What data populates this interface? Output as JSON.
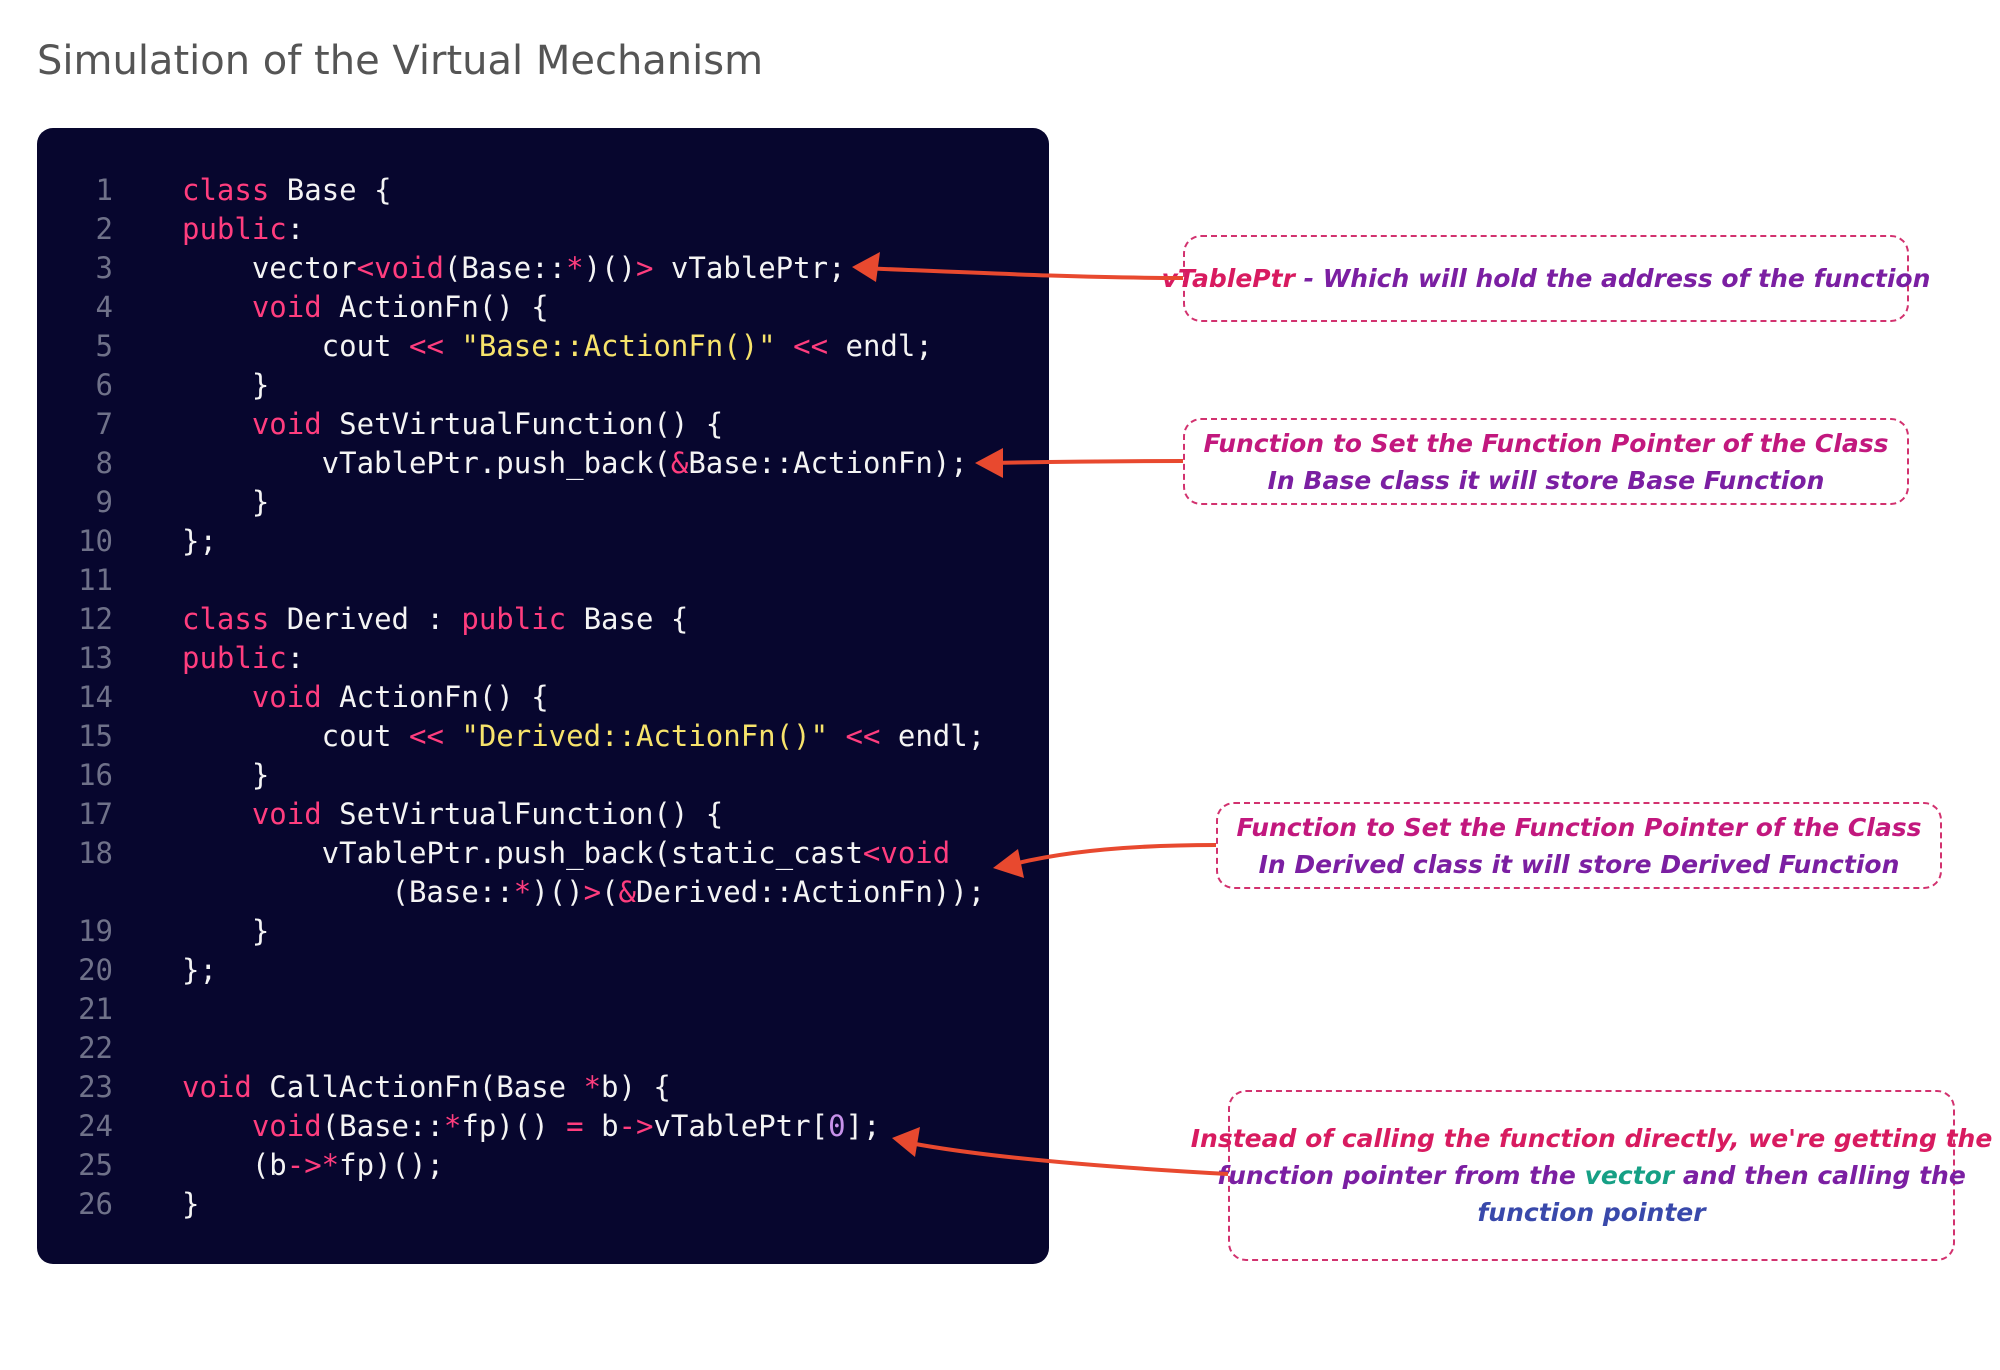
{
  "title": "Simulation of the Virtual Mechanism",
  "colors": {
    "panel_bg": "#07062e",
    "keyword": "#ff3d7e",
    "string": "#f7e36b",
    "number": "#c792ea",
    "plain": "#f4f4f4",
    "line_number": "#6f7189",
    "arrow": "#e8492f",
    "callout_border": "#d2326f"
  },
  "code_lines": [
    {
      "n": "1",
      "tokens": [
        [
          "kw",
          "class"
        ],
        [
          "p",
          " Base {"
        ]
      ]
    },
    {
      "n": "2",
      "tokens": [
        [
          "kw",
          "public"
        ],
        [
          "p",
          ":"
        ]
      ]
    },
    {
      "n": "3",
      "tokens": [
        [
          "p",
          "    vector"
        ],
        [
          "op",
          "<"
        ],
        [
          "kw",
          "void"
        ],
        [
          "p",
          "(Base::"
        ],
        [
          "op",
          "*"
        ],
        [
          "p",
          ")()"
        ],
        [
          "op",
          ">"
        ],
        [
          "p",
          " vTablePtr;"
        ]
      ]
    },
    {
      "n": "4",
      "tokens": [
        [
          "p",
          "    "
        ],
        [
          "kw",
          "void"
        ],
        [
          "p",
          " ActionFn() {"
        ]
      ]
    },
    {
      "n": "5",
      "tokens": [
        [
          "p",
          "        cout "
        ],
        [
          "op",
          "<<"
        ],
        [
          "p",
          " "
        ],
        [
          "str",
          "\"Base::ActionFn()\""
        ],
        [
          "p",
          " "
        ],
        [
          "op",
          "<<"
        ],
        [
          "p",
          " endl;"
        ]
      ]
    },
    {
      "n": "6",
      "tokens": [
        [
          "p",
          "    }"
        ]
      ]
    },
    {
      "n": "7",
      "tokens": [
        [
          "p",
          "    "
        ],
        [
          "kw",
          "void"
        ],
        [
          "p",
          " SetVirtualFunction() {"
        ]
      ]
    },
    {
      "n": "8",
      "tokens": [
        [
          "p",
          "        vTablePtr.push_back("
        ],
        [
          "op",
          "&"
        ],
        [
          "p",
          "Base::ActionFn);"
        ]
      ]
    },
    {
      "n": "9",
      "tokens": [
        [
          "p",
          "    }"
        ]
      ]
    },
    {
      "n": "10",
      "tokens": [
        [
          "p",
          "};"
        ]
      ]
    },
    {
      "n": "11",
      "tokens": []
    },
    {
      "n": "12",
      "tokens": [
        [
          "kw",
          "class"
        ],
        [
          "p",
          " Derived : "
        ],
        [
          "kw",
          "public"
        ],
        [
          "p",
          " Base {"
        ]
      ]
    },
    {
      "n": "13",
      "tokens": [
        [
          "kw",
          "public"
        ],
        [
          "p",
          ":"
        ]
      ]
    },
    {
      "n": "14",
      "tokens": [
        [
          "p",
          "    "
        ],
        [
          "kw",
          "void"
        ],
        [
          "p",
          " ActionFn() {"
        ]
      ]
    },
    {
      "n": "15",
      "tokens": [
        [
          "p",
          "        cout "
        ],
        [
          "op",
          "<<"
        ],
        [
          "p",
          " "
        ],
        [
          "str",
          "\"Derived::ActionFn()\""
        ],
        [
          "p",
          " "
        ],
        [
          "op",
          "<<"
        ],
        [
          "p",
          " endl;"
        ]
      ]
    },
    {
      "n": "16",
      "tokens": [
        [
          "p",
          "    }"
        ]
      ]
    },
    {
      "n": "17",
      "tokens": [
        [
          "p",
          "    "
        ],
        [
          "kw",
          "void"
        ],
        [
          "p",
          " SetVirtualFunction() {"
        ]
      ]
    },
    {
      "n": "18",
      "tokens": [
        [
          "p",
          "        vTablePtr.push_back(static_cast"
        ],
        [
          "op",
          "<"
        ],
        [
          "kw",
          "void"
        ]
      ]
    },
    {
      "n": "",
      "tokens": [
        [
          "p",
          "            (Base::"
        ],
        [
          "op",
          "*"
        ],
        [
          "p",
          ")()"
        ],
        [
          "op",
          ">"
        ],
        [
          "p",
          "("
        ],
        [
          "op",
          "&"
        ],
        [
          "p",
          "Derived::ActionFn));"
        ]
      ]
    },
    {
      "n": "19",
      "tokens": [
        [
          "p",
          "    }"
        ]
      ]
    },
    {
      "n": "20",
      "tokens": [
        [
          "p",
          "};"
        ]
      ]
    },
    {
      "n": "21",
      "tokens": []
    },
    {
      "n": "22",
      "tokens": []
    },
    {
      "n": "23",
      "tokens": [
        [
          "kw",
          "void"
        ],
        [
          "p",
          " CallActionFn(Base "
        ],
        [
          "op",
          "*"
        ],
        [
          "p",
          "b) {"
        ]
      ]
    },
    {
      "n": "24",
      "tokens": [
        [
          "p",
          "    "
        ],
        [
          "kw",
          "void"
        ],
        [
          "p",
          "(Base::"
        ],
        [
          "op",
          "*"
        ],
        [
          "p",
          "fp)() "
        ],
        [
          "op",
          "="
        ],
        [
          "p",
          " b"
        ],
        [
          "op",
          "->"
        ],
        [
          "p",
          "vTablePtr["
        ],
        [
          "num",
          "0"
        ],
        [
          "p",
          "];"
        ]
      ]
    },
    {
      "n": "25",
      "tokens": [
        [
          "p",
          "    (b"
        ],
        [
          "op",
          "->*"
        ],
        [
          "p",
          "fp)();"
        ]
      ]
    },
    {
      "n": "26",
      "tokens": [
        [
          "p",
          "}"
        ]
      ]
    }
  ],
  "callouts": [
    {
      "name": "callout-vtableptr",
      "rows": [
        [
          [
            "pink",
            "vTablePtr"
          ],
          [
            "purple",
            " - Which will hold the address of the function"
          ]
        ]
      ]
    },
    {
      "name": "callout-base-set-function",
      "rows": [
        [
          [
            "magenta",
            "Function to Set the Function Pointer of the Class"
          ]
        ],
        [
          [
            "purple",
            "In Base class it will store Base Function"
          ]
        ]
      ]
    },
    {
      "name": "callout-derived-set-function",
      "rows": [
        [
          [
            "magenta",
            "Function to Set the Function Pointer of the Class"
          ]
        ],
        [
          [
            "purple",
            "In Derived class it will store Derived Function"
          ]
        ]
      ]
    },
    {
      "name": "callout-call-through-pointer",
      "rows": [
        [
          [
            "pink",
            "Instead of calling the function directly, we're getting the"
          ]
        ],
        [
          [
            "purple",
            "function pointer from the "
          ],
          [
            "green",
            "vector"
          ],
          [
            "purple",
            " and then calling the"
          ]
        ],
        [
          [
            "blue",
            "function pointer"
          ]
        ]
      ]
    }
  ]
}
